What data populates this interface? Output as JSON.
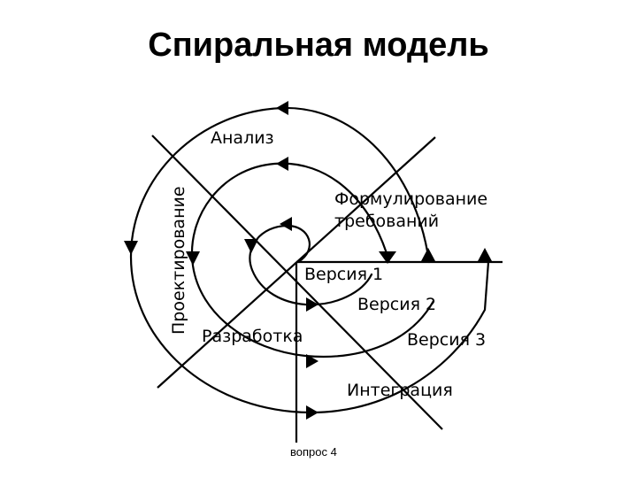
{
  "slide": {
    "title": "Спиральная модель",
    "footer": "вопрос 4"
  },
  "labels": {
    "analysis": "Анализ",
    "design": "Проектирование",
    "requirements_line1": "Формулирование",
    "requirements_line2": "требований",
    "version1": "Версия 1",
    "version2": "Версия 2",
    "version3": "Версия 3",
    "development": "Разработка",
    "integration": "Интеграция"
  }
}
